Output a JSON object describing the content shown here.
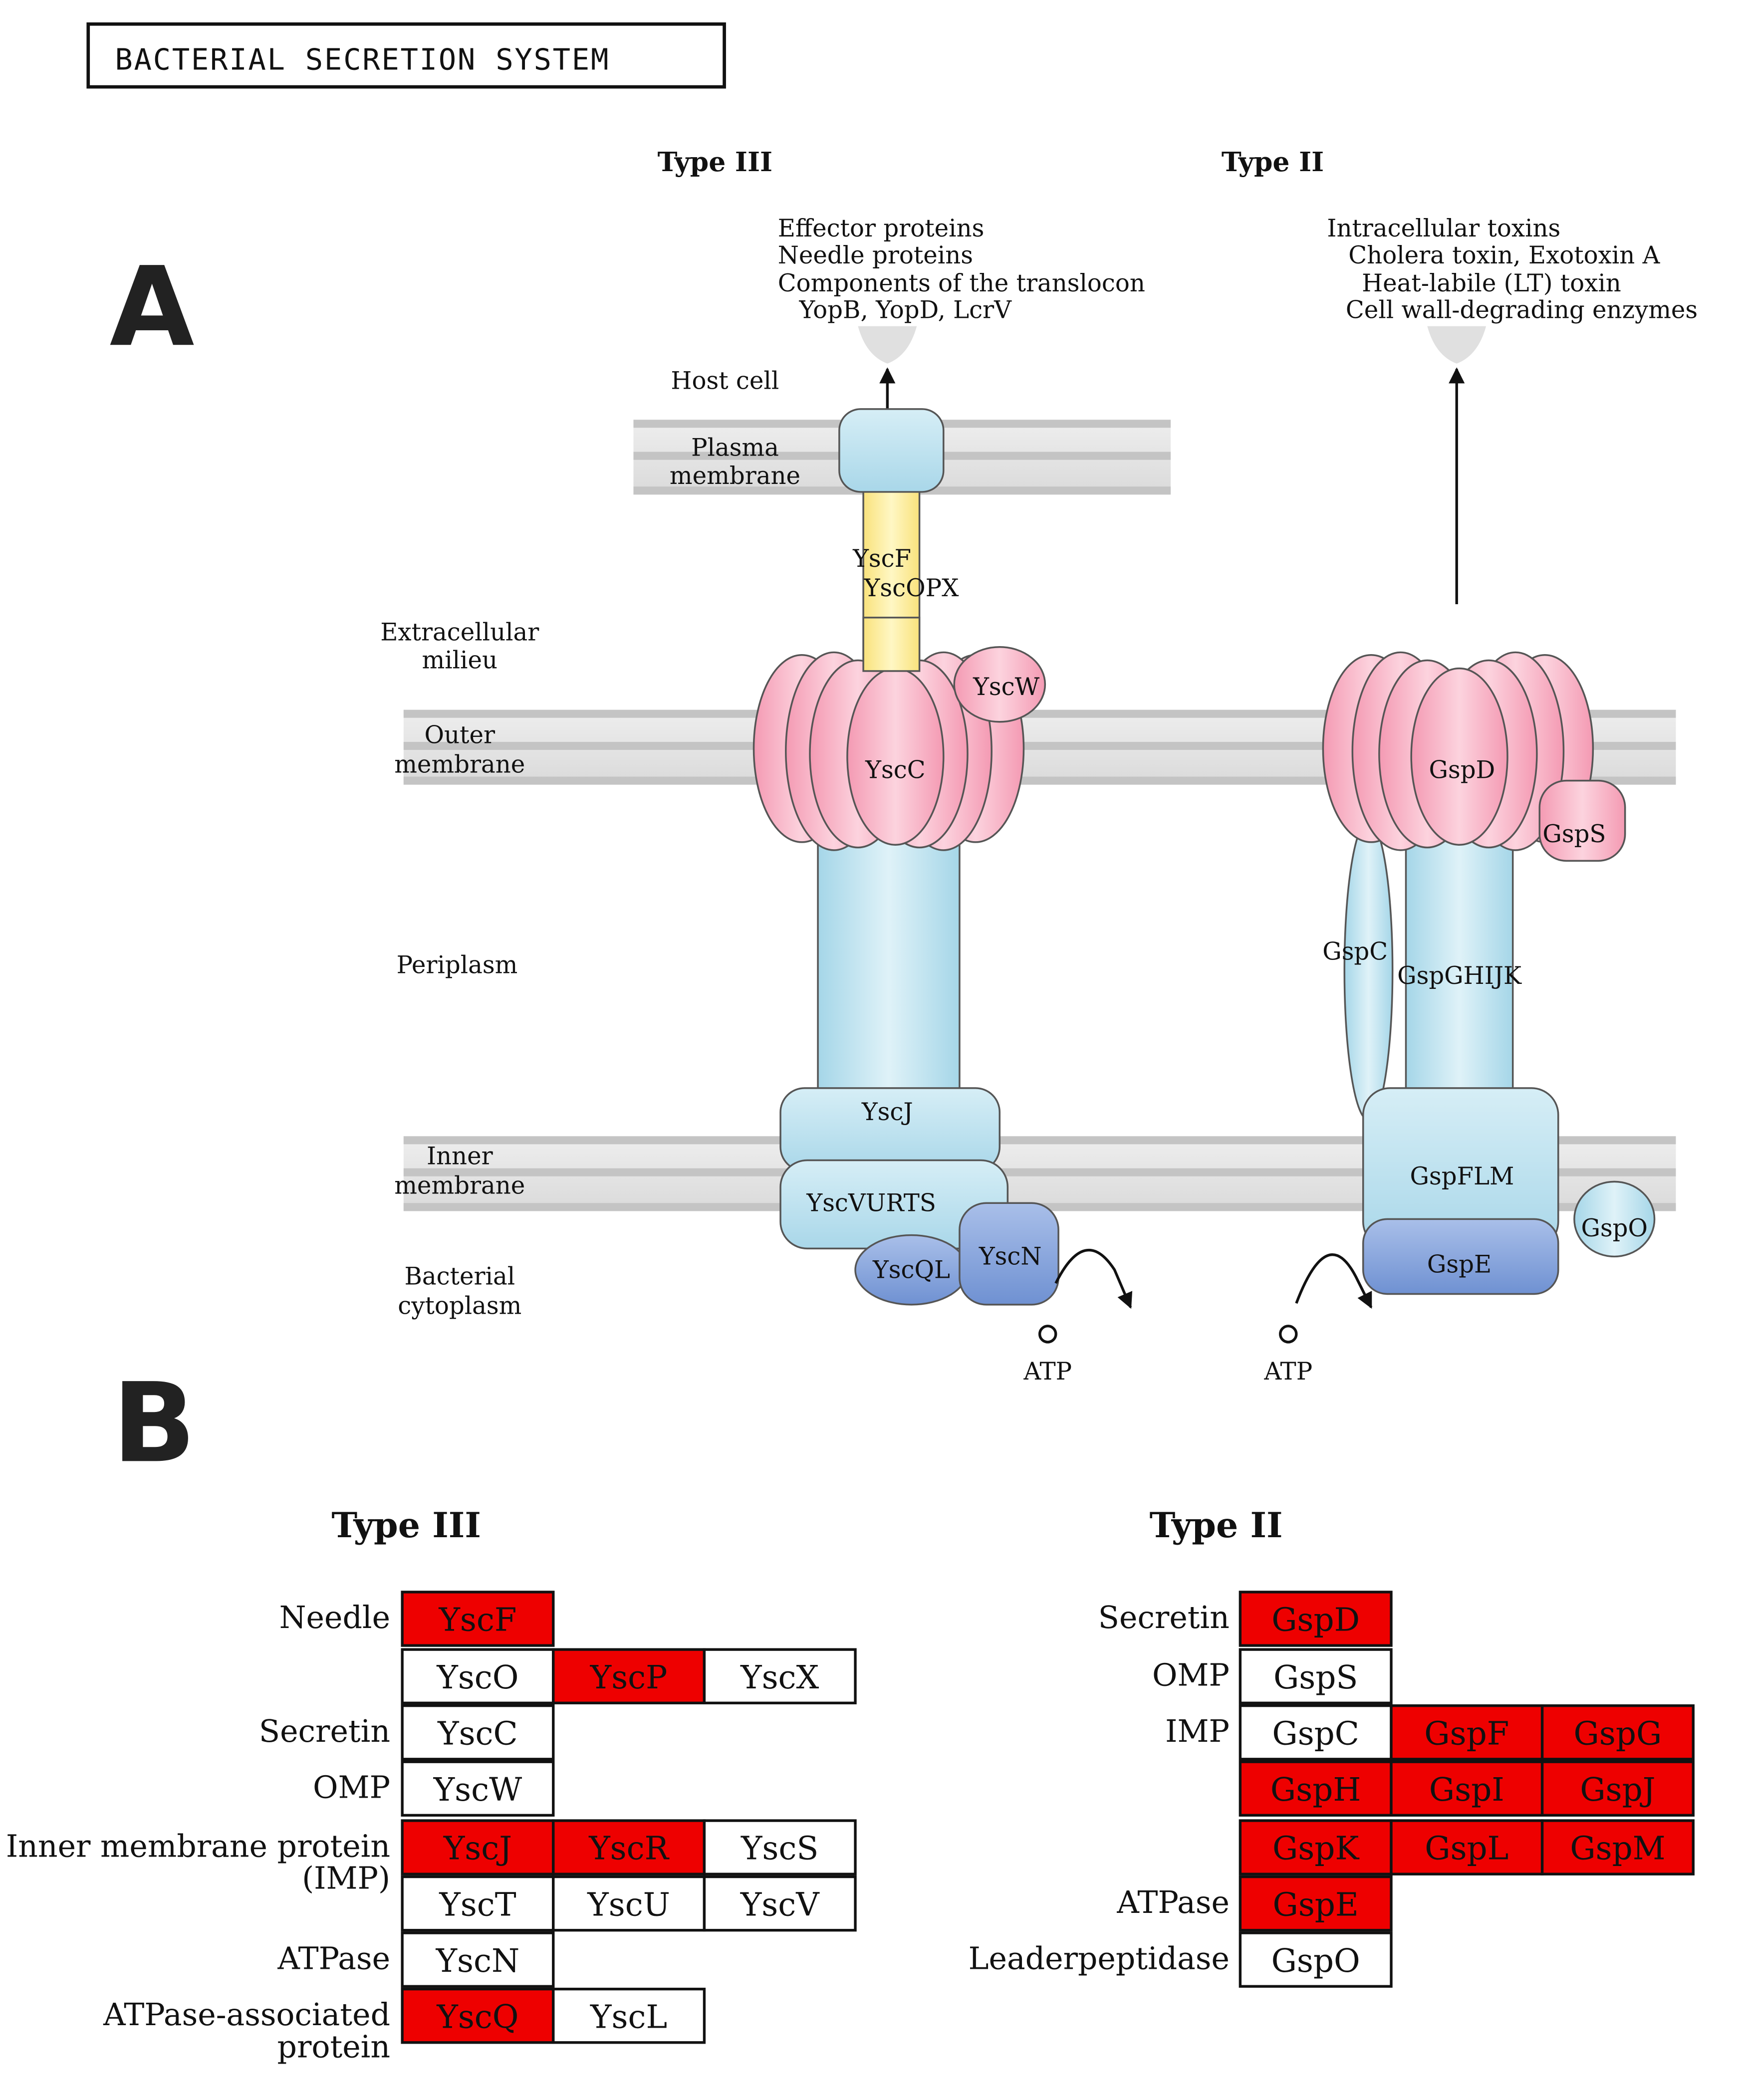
{
  "title": "BACTERIAL SECRETION SYSTEM",
  "panel_a": {
    "label": "A",
    "type_iii_heading": "Type III",
    "type_ii_heading": "Type II",
    "type_iii_products": [
      "Effector proteins",
      "Needle proteins",
      "Components of the translocon",
      "YopB, YopD, LcrV"
    ],
    "type_ii_products": [
      "Intracellular toxins",
      "Cholera toxin, Exotoxin A",
      "Heat-labile (LT) toxin",
      "Cell wall-degrading enzymes"
    ],
    "host_cell": "Host cell",
    "plasma_membrane": [
      "Plasma",
      "membrane"
    ],
    "extracellular": [
      "Extracellular",
      "milieu"
    ],
    "outer_membrane": [
      "Outer",
      "membrane"
    ],
    "periplasm": "Periplasm",
    "inner_membrane": [
      "Inner",
      "membrane"
    ],
    "cytoplasm": [
      "Bacterial",
      "cytoplasm"
    ],
    "atp": "ATP",
    "type_iii_components": {
      "needle": [
        "YscF",
        "YscOPX"
      ],
      "secretin": "YscC",
      "omp": "YscW",
      "inner_ring": "YscJ",
      "imp": "YscVURTS",
      "atpase": "YscN",
      "atpase_assoc": "YscQL"
    },
    "type_ii_components": {
      "secretin": "GspD",
      "omp": "GspS",
      "gspc": "GspC",
      "pseudopilus": "GspGHIJK",
      "platform": "GspFLM",
      "atpase": "GspE",
      "peptidase": "GspO"
    },
    "colors": {
      "secretin_pink": "#f7b6c8",
      "channel_blue": "#b8e0ee",
      "needle_yellow": "#fff2a0",
      "atpase_blue": "#7f9fd8",
      "membrane_grey": "#d4d4d4"
    }
  },
  "panel_b": {
    "label": "B",
    "highlight_color": "#ee0000",
    "type_iii": {
      "heading": "Type III",
      "rows": [
        {
          "label": [
            "Needle"
          ],
          "cells": [
            {
              "text": "YscF",
              "hit": true
            }
          ]
        },
        {
          "label": [],
          "cells": [
            {
              "text": "YscO",
              "hit": false
            },
            {
              "text": "YscP",
              "hit": true
            },
            {
              "text": "YscX",
              "hit": false
            }
          ]
        },
        {
          "label": [
            "Secretin"
          ],
          "cells": [
            {
              "text": "YscC",
              "hit": false
            }
          ]
        },
        {
          "label": [
            "OMP"
          ],
          "cells": [
            {
              "text": "YscW",
              "hit": false
            }
          ]
        },
        {
          "label": [
            "Inner membrane protein",
            "(IMP)"
          ],
          "cells": [
            {
              "text": "YscJ",
              "hit": true
            },
            {
              "text": "YscR",
              "hit": true
            },
            {
              "text": "YscS",
              "hit": false
            }
          ]
        },
        {
          "label": [],
          "cells": [
            {
              "text": "YscT",
              "hit": false
            },
            {
              "text": "YscU",
              "hit": false
            },
            {
              "text": "YscV",
              "hit": false
            }
          ]
        },
        {
          "label": [
            "ATPase"
          ],
          "cells": [
            {
              "text": "YscN",
              "hit": false
            }
          ]
        },
        {
          "label": [
            "ATPase-associated",
            "protein"
          ],
          "cells": [
            {
              "text": "YscQ",
              "hit": true
            },
            {
              "text": "YscL",
              "hit": false
            }
          ]
        }
      ]
    },
    "type_ii": {
      "heading": "Type II",
      "rows": [
        {
          "label": [
            "Secretin"
          ],
          "cells": [
            {
              "text": "GspD",
              "hit": true
            }
          ]
        },
        {
          "label": [
            "OMP"
          ],
          "cells": [
            {
              "text": "GspS",
              "hit": false
            }
          ]
        },
        {
          "label": [
            "IMP"
          ],
          "cells": [
            {
              "text": "GspC",
              "hit": false
            },
            {
              "text": "GspF",
              "hit": true
            },
            {
              "text": "GspG",
              "hit": true
            }
          ]
        },
        {
          "label": [],
          "cells": [
            {
              "text": "GspH",
              "hit": true
            },
            {
              "text": "GspI",
              "hit": true
            },
            {
              "text": "GspJ",
              "hit": true
            }
          ]
        },
        {
          "label": [],
          "cells": [
            {
              "text": "GspK",
              "hit": true
            },
            {
              "text": "GspL",
              "hit": true
            },
            {
              "text": "GspM",
              "hit": true
            }
          ]
        },
        {
          "label": [
            "ATPase"
          ],
          "cells": [
            {
              "text": "GspE",
              "hit": true
            }
          ]
        },
        {
          "label": [
            "Leaderpeptidase"
          ],
          "cells": [
            {
              "text": "GspO",
              "hit": false
            }
          ]
        }
      ]
    }
  }
}
